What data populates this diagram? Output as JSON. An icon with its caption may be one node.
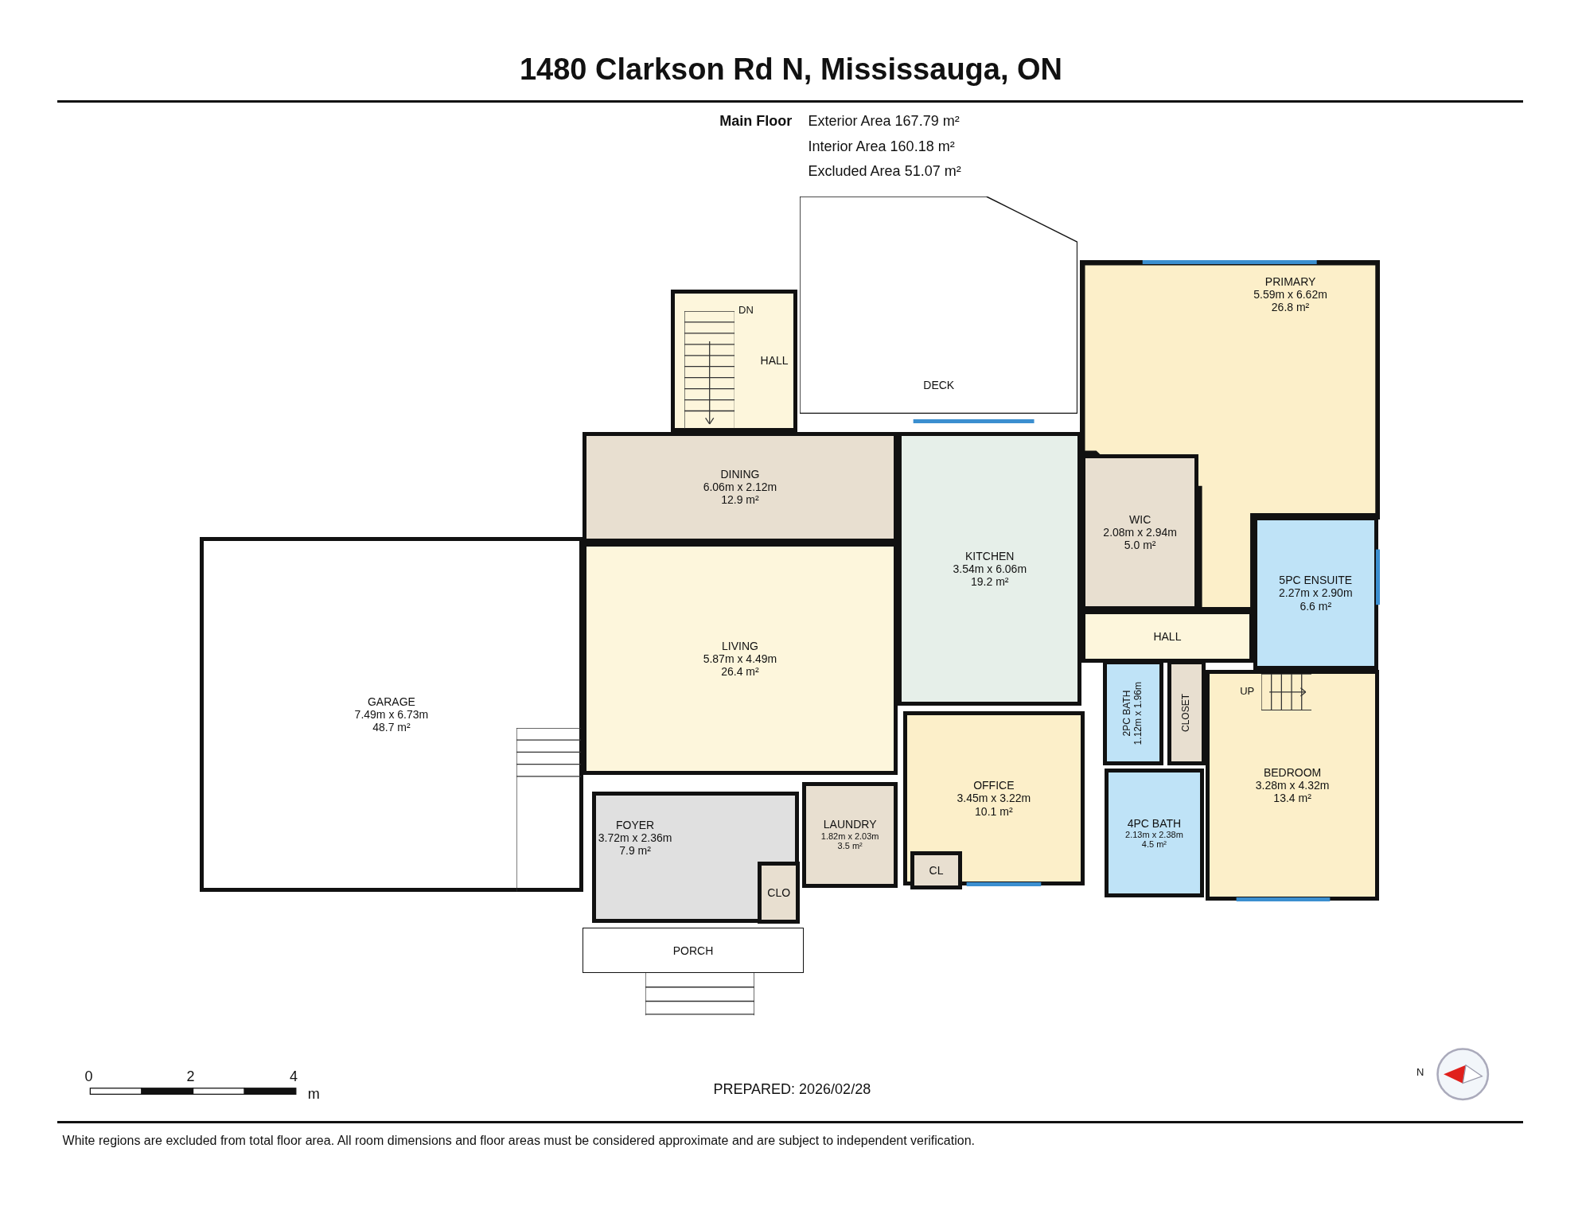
{
  "diagram": {
    "title": "1480 Clarkson Rd N, Mississauga, ON",
    "caption": "White regions are excluded from total floor area. All room dimensions and floor areas must be considered approximate and are subject to independent verification.",
    "nodes": [
      {
        "text": [
          "DECK"
        ]
      },
      {
        "text": [
          "HALL"
        ]
      },
      {
        "text": [
          "PRIMARY",
          "5.59m x 6.62m",
          "26.8 m²"
        ]
      },
      {
        "text": [
          "DINING",
          "6.06m x 2.12m",
          "12.9 m²"
        ]
      },
      {
        "text": [
          "KITCHEN",
          "3.54m x 6.06m",
          "19.2 m²"
        ]
      },
      {
        "text": [
          "WIC",
          "2.08m x 2.94m",
          "5.0 m²"
        ],
        "in": 2
      },
      {
        "text": [
          "5PC ENSUITE",
          "2.27m x 2.90m",
          "6.6 m²"
        ]
      },
      {
        "text": [
          "GARAGE",
          "7.49m x 6.73m",
          "48.7 m²"
        ]
      },
      {
        "text": [
          "LIVING",
          "5.87m x 4.49m",
          "26.4 m²"
        ]
      },
      {
        "text": [
          "HALL"
        ]
      },
      {
        "text": [
          "2PC BATH",
          "1.12m x 1.96m"
        ]
      },
      {
        "text": [
          "CLOSET"
        ]
      },
      {
        "text": [
          "BEDROOM",
          "3.28m x 4.32m",
          "13.4 m²"
        ]
      },
      {
        "text": [
          "OFFICE",
          "3.45m x 3.22m",
          "10.1 m²"
        ]
      },
      {
        "text": [
          "FOYER",
          "3.72m x 2.36m",
          "7.9 m²"
        ]
      },
      {
        "text": [
          "LAUNDRY",
          "1.82m x 2.03m",
          "3.5 m²"
        ]
      },
      {
        "text": [
          "4PC BATH",
          "2.13m x 2.38m",
          "4.5 m²"
        ]
      },
      {
        "text": [
          "CL"
        ],
        "in": 13
      },
      {
        "text": [
          "CLO"
        ],
        "in": 14
      },
      {
        "text": [
          "PORCH"
        ]
      }
    ],
    "labels": [
      "Main Floor",
      "Exterior Area 167.79 m²",
      "Interior Area 160.18 m²",
      "Excluded Area 51.07 m²",
      "DN",
      "UP",
      "0",
      "2",
      "4",
      "m",
      "PREPARED: 2026/02/28",
      "N"
    ]
  }
}
